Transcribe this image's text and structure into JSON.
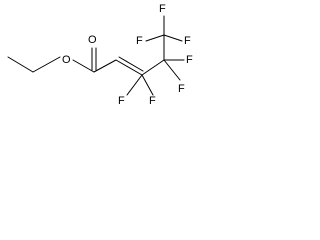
{
  "structure": {
    "atoms": {
      "o_ester": "O",
      "o_carbonyl": "O",
      "f_top_1": "F",
      "f_top_2": "F",
      "f_top_3": "F",
      "f_mid_1": "F",
      "f_mid_2": "F",
      "f_low_1": "F",
      "f_low_2": "F"
    }
  },
  "colors": {
    "bond": "#000000",
    "label": "#000000",
    "background": "#ffffff"
  }
}
